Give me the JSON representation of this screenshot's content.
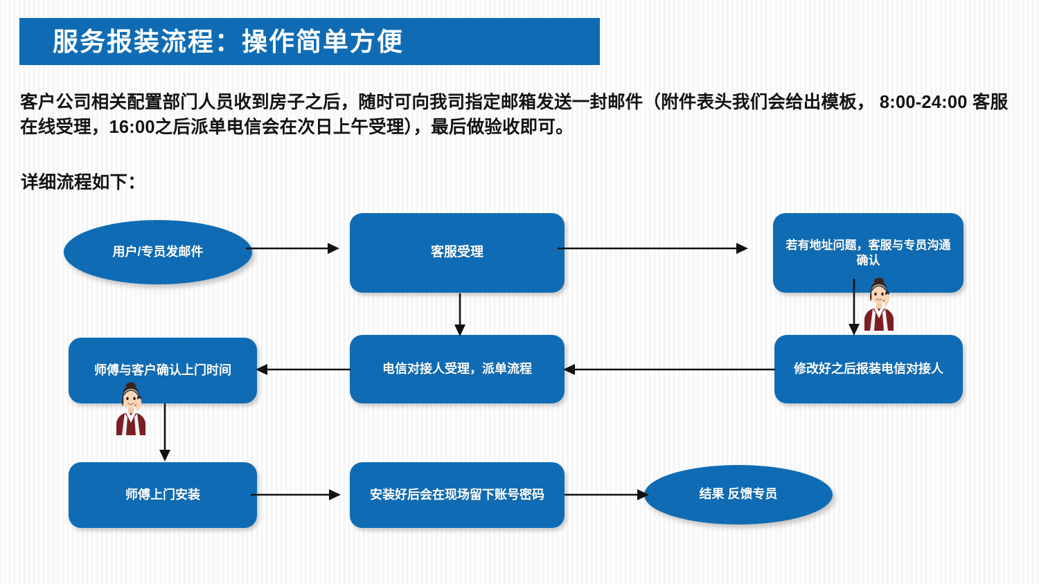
{
  "slide": {
    "title": "服务报装流程：操作简单方便",
    "intro_paragraph": "客户公司相关配置部门人员收到房子之后，随时可向我司指定邮箱发送一封邮件（附件表头我们会给出模板， 8:00-24:00  客服在线受理，16:00之后派单电信会在次日上午受理），最后做验收即可。",
    "detail_label": "详细流程如下：",
    "accent_color": "#0F6CB4",
    "text_color": "#131313",
    "background_color": "#F7F7F7"
  },
  "flowchart": {
    "nodes": [
      {
        "id": "start",
        "label": "用户/专员发邮件",
        "shape": "ellipse"
      },
      {
        "id": "cs-accept",
        "label": "客服受理",
        "shape": "box"
      },
      {
        "id": "address-issue",
        "label": "若有地址问题，客服与专员沟通确认",
        "shape": "box"
      },
      {
        "id": "confirm-visit",
        "label": "师傅与客户确认上门时间",
        "shape": "box"
      },
      {
        "id": "telecom-dispatch",
        "label": "电信对接人受理，派单流程",
        "shape": "box"
      },
      {
        "id": "report-after-fix",
        "label": "修改好之后报装电信对接人",
        "shape": "box"
      },
      {
        "id": "install-onsite",
        "label": "师傅上门安装",
        "shape": "box"
      },
      {
        "id": "leave-account",
        "label": "安装好后会在现场留下账号密码",
        "shape": "box"
      },
      {
        "id": "result-feedback",
        "label": "结果 反馈专员",
        "shape": "ellipse"
      }
    ],
    "edges": [
      {
        "from": "start",
        "to": "cs-accept",
        "direction": "right"
      },
      {
        "from": "cs-accept",
        "to": "address-issue",
        "direction": "right"
      },
      {
        "from": "cs-accept",
        "to": "telecom-dispatch",
        "direction": "down"
      },
      {
        "from": "address-issue",
        "to": "report-after-fix",
        "direction": "down"
      },
      {
        "from": "report-after-fix",
        "to": "telecom-dispatch",
        "direction": "left"
      },
      {
        "from": "telecom-dispatch",
        "to": "confirm-visit",
        "direction": "left"
      },
      {
        "from": "confirm-visit",
        "to": "install-onsite",
        "direction": "down"
      },
      {
        "from": "install-onsite",
        "to": "leave-account",
        "direction": "right"
      },
      {
        "from": "leave-account",
        "to": "result-feedback",
        "direction": "right"
      }
    ],
    "decorations": [
      {
        "id": "operator-right",
        "name": "customer-service-operator-illustration"
      },
      {
        "id": "operator-left",
        "name": "customer-service-operator-illustration"
      }
    ]
  }
}
